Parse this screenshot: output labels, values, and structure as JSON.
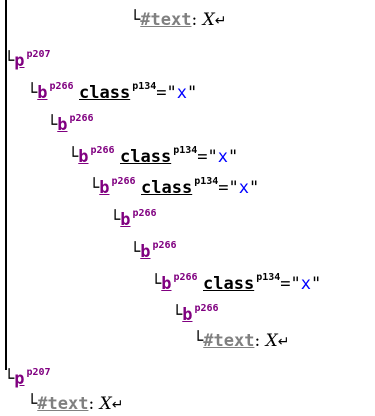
{
  "nodes": [
    {
      "kind": "text",
      "label": "#text",
      "colon": ":",
      "value": "X",
      "ret": "↵"
    },
    {
      "kind": "elem",
      "tag": "p",
      "sup": "p207"
    },
    {
      "kind": "elem-attr",
      "tag": "b",
      "sup": "p266",
      "attr": "class",
      "attr_sup": "p134",
      "eq": "=",
      "q1": "\"",
      "val": "x",
      "q2": "\""
    },
    {
      "kind": "elem",
      "tag": "b",
      "sup": "p266"
    },
    {
      "kind": "elem-attr",
      "tag": "b",
      "sup": "p266",
      "attr": "class",
      "attr_sup": "p134",
      "eq": "=",
      "q1": "\"",
      "val": "x",
      "q2": "\""
    },
    {
      "kind": "elem-attr",
      "tag": "b",
      "sup": "p266",
      "attr": "class",
      "attr_sup": "p134",
      "eq": "=",
      "q1": "\"",
      "val": "x",
      "q2": "\""
    },
    {
      "kind": "elem",
      "tag": "b",
      "sup": "p266"
    },
    {
      "kind": "elem",
      "tag": "b",
      "sup": "p266"
    },
    {
      "kind": "elem-attr",
      "tag": "b",
      "sup": "p266",
      "attr": "class",
      "attr_sup": "p134",
      "eq": "=",
      "q1": "\"",
      "val": "x",
      "q2": "\""
    },
    {
      "kind": "elem",
      "tag": "b",
      "sup": "p266"
    },
    {
      "kind": "text",
      "label": "#text",
      "colon": ":",
      "value": "X",
      "ret": "↵"
    },
    {
      "kind": "elem",
      "tag": "p",
      "sup": "p207"
    },
    {
      "kind": "text",
      "label": "#text",
      "colon": ":",
      "value": "X",
      "ret": "↵"
    }
  ],
  "connector": "└"
}
